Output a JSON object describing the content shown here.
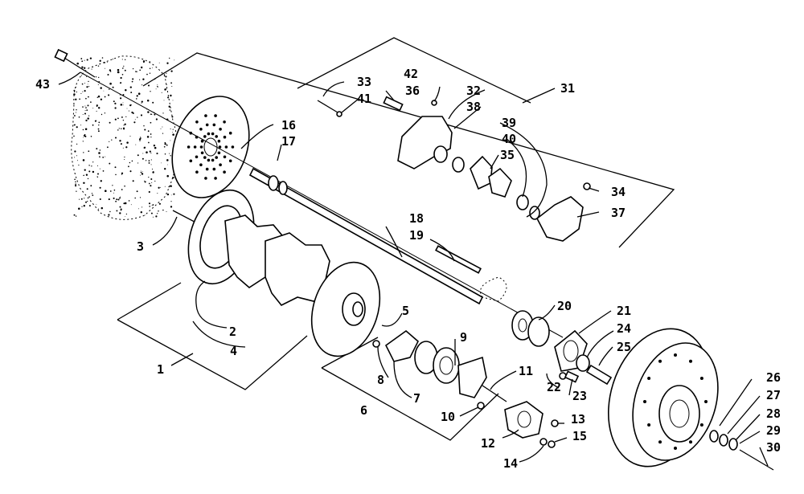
{
  "callouts": {
    "c1": "1",
    "c2": "2",
    "c3": "3",
    "c4": "4",
    "c5": "5",
    "c6": "6",
    "c7": "7",
    "c8": "8",
    "c9": "9",
    "c10": "10",
    "c11": "11",
    "c12": "12",
    "c13": "13",
    "c14": "14",
    "c15": "15",
    "c16": "16",
    "c17": "17",
    "c18": "18",
    "c19": "19",
    "c20": "20",
    "c21": "21",
    "c22": "22",
    "c23": "23",
    "c24": "24",
    "c25": "25",
    "c26": "26",
    "c27": "27",
    "c28": "28",
    "c29": "29",
    "c30": "30",
    "c31": "31",
    "c32": "32",
    "c33": "33",
    "c34": "34",
    "c35": "35",
    "c36": "36",
    "c37": "37",
    "c38": "38",
    "c39": "39",
    "c40": "40",
    "c41": "41",
    "c42": "42",
    "c43": "43"
  }
}
